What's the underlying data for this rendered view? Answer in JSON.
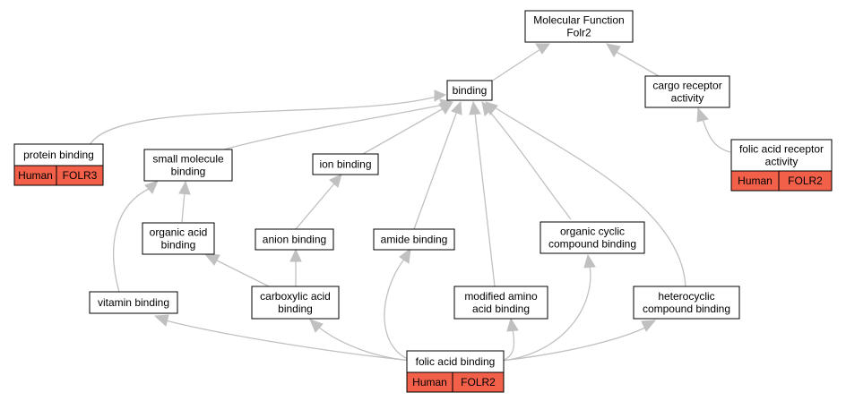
{
  "colors": {
    "edge": "#c0c0c0",
    "annotation_fill": "#f26049",
    "node_border": "#000000"
  },
  "nodes": {
    "mf": {
      "lines": [
        "Molecular Function",
        "Folr2"
      ]
    },
    "binding": {
      "lines": [
        "binding"
      ]
    },
    "cargo": {
      "lines": [
        "cargo receptor",
        "activity"
      ]
    },
    "protein": {
      "lines": [
        "protein binding"
      ],
      "tags": [
        "Human",
        "FOLR3"
      ]
    },
    "smallmol": {
      "lines": [
        "small molecule",
        "binding"
      ]
    },
    "ion": {
      "lines": [
        "ion binding"
      ]
    },
    "folicrec": {
      "lines": [
        "folic acid receptor",
        "activity"
      ],
      "tags": [
        "Human",
        "FOLR2"
      ]
    },
    "organicacid": {
      "lines": [
        "organic acid",
        "binding"
      ]
    },
    "anion": {
      "lines": [
        "anion binding"
      ]
    },
    "amide": {
      "lines": [
        "amide binding"
      ]
    },
    "orgcyclic": {
      "lines": [
        "organic cyclic",
        "compound binding"
      ]
    },
    "vitamin": {
      "lines": [
        "vitamin binding"
      ]
    },
    "carboxylic": {
      "lines": [
        "carboxylic acid",
        "binding"
      ]
    },
    "modamino": {
      "lines": [
        "modified amino",
        "acid binding"
      ]
    },
    "hetero": {
      "lines": [
        "heterocyclic",
        "compound binding"
      ]
    },
    "folic": {
      "lines": [
        "folic acid binding"
      ],
      "tags": [
        "Human",
        "FOLR2"
      ]
    }
  }
}
